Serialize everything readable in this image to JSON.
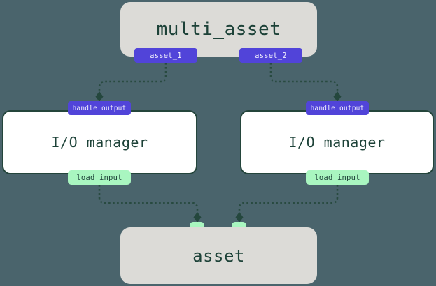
{
  "diagram": {
    "top_node": {
      "label": "multi_asset",
      "outputs": [
        {
          "label": "asset_1"
        },
        {
          "label": "asset_2"
        }
      ]
    },
    "io_managers": [
      {
        "input_badge": "handle output",
        "label": "I/O manager",
        "output_badge": "load input"
      },
      {
        "input_badge": "handle output",
        "label": "I/O manager",
        "output_badge": "load input"
      }
    ],
    "bottom_node": {
      "label": "asset",
      "input_handles": 2
    }
  },
  "colors": {
    "background": "#4a646c",
    "node_gray": "#dcdbd7",
    "node_white": "#ffffff",
    "border_dark": "#24453b",
    "badge_purple": "#5144d9",
    "badge_green": "#a9f6c0",
    "text_dark": "#1d4238",
    "edge": "#284a40"
  }
}
